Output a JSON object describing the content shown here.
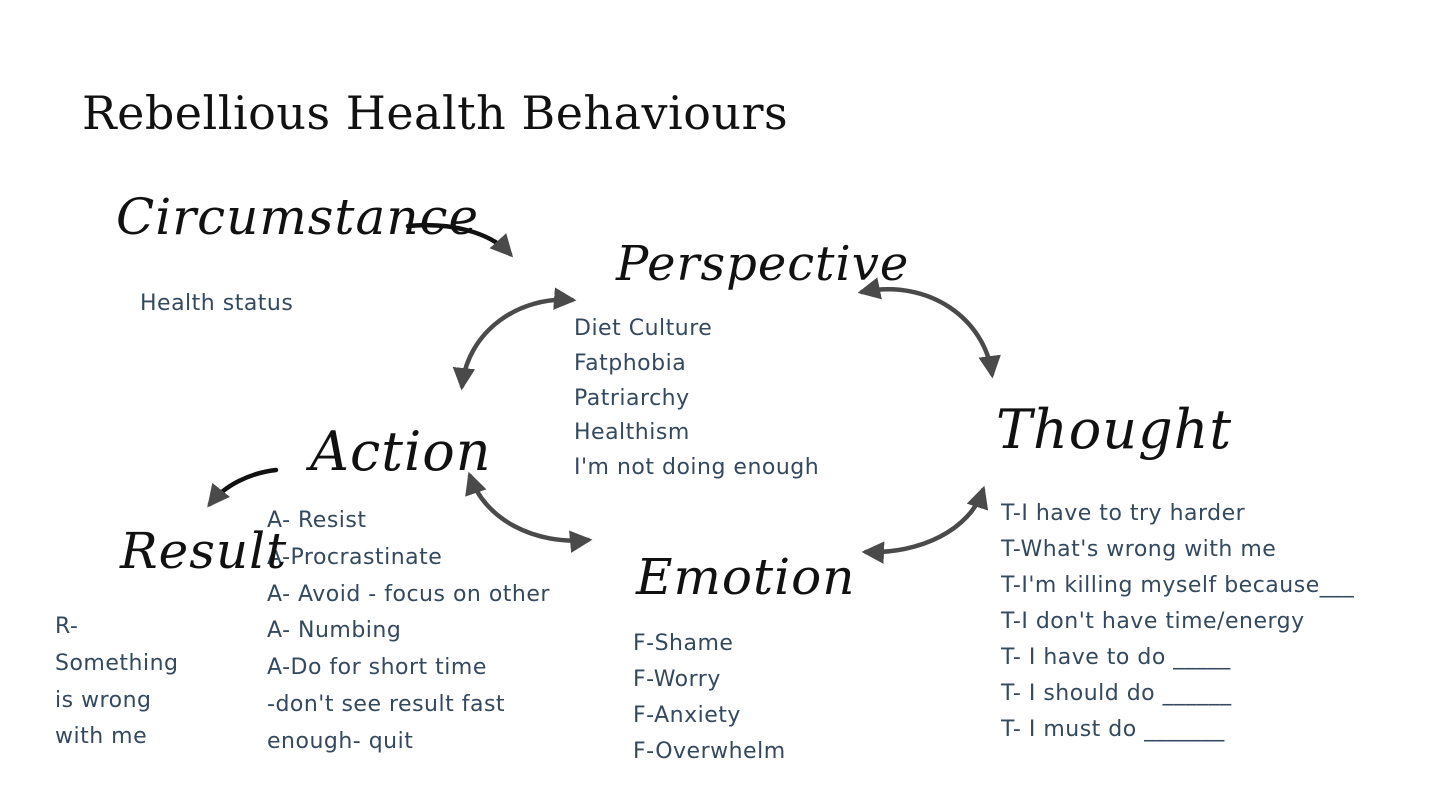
{
  "title": "Rebellious Health Behaviours",
  "nodes": {
    "circumstance": {
      "heading": "Circumstance",
      "items": [
        "Health status"
      ]
    },
    "perspective": {
      "heading": "Perspective",
      "items": [
        "Diet Culture",
        "Fatphobia",
        "Patriarchy",
        "Healthism",
        "I'm not doing enough"
      ]
    },
    "thought": {
      "heading": "Thought",
      "items": [
        "T-I have to try harder",
        "T-What's wrong with me",
        "T-I'm killing myself because___",
        "T-I don't have time/energy",
        "T- I have to do _____",
        "T- I should do ______",
        "T- I must do _______"
      ]
    },
    "emotion": {
      "heading": "Emotion",
      "items": [
        "F-Shame",
        "F-Worry",
        "F-Anxiety",
        "F-Overwhelm"
      ]
    },
    "action": {
      "heading": "Action",
      "items": [
        "A- Resist",
        "A-Procrastinate",
        "A- Avoid - focus on other",
        "A- Numbing",
        "A-Do for short time",
        "-don't see result fast",
        "enough- quit"
      ]
    },
    "result": {
      "heading": "Result",
      "items": [
        "R-",
        "Something",
        "is wrong",
        "with me"
      ]
    }
  },
  "colors": {
    "heading": "#111111",
    "body_text": "#34495e",
    "arrow": "#4a4a4a"
  }
}
